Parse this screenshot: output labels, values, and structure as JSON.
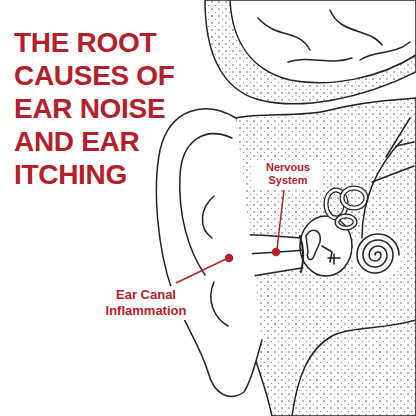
{
  "diagram": {
    "title": "THE ROOT CAUSES OF EAR NOISE AND EAR ITCHING",
    "labels": [
      "Nervous System",
      "Ear Canal Inflammation"
    ]
  }
}
